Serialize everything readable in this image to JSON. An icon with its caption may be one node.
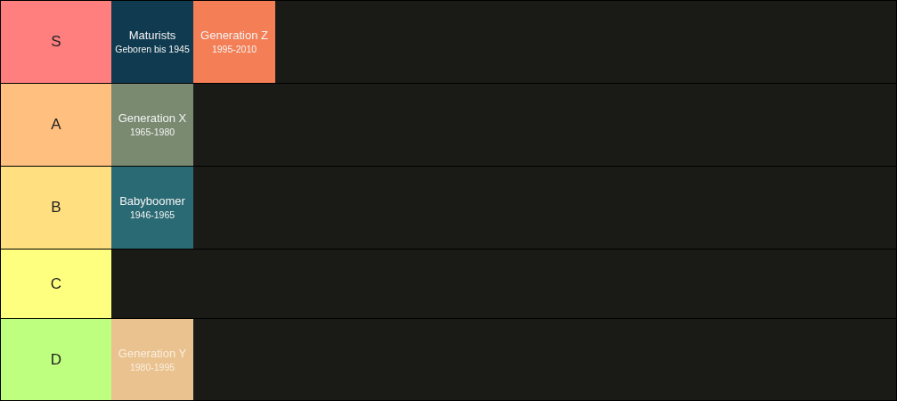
{
  "diagram": {
    "nodes": [
      {
        "text": [
          "S"
        ]
      },
      {
        "text": [
          "Maturists",
          "Geboren bis 1945"
        ],
        "in": 0
      },
      {
        "text": [
          "Generation Z",
          "1995-2010"
        ],
        "in": 0
      },
      {
        "text": [
          "A"
        ]
      },
      {
        "text": [
          "Generation X",
          "1965-1980"
        ],
        "in": 3
      },
      {
        "text": [
          "B"
        ]
      },
      {
        "text": [
          "Babyboomer",
          "1946-1965"
        ],
        "in": 5
      },
      {
        "text": [
          "C"
        ]
      },
      {
        "text": [
          "D"
        ]
      },
      {
        "text": [
          "Generation Y",
          "1980-1995"
        ],
        "in": 8
      }
    ]
  }
}
